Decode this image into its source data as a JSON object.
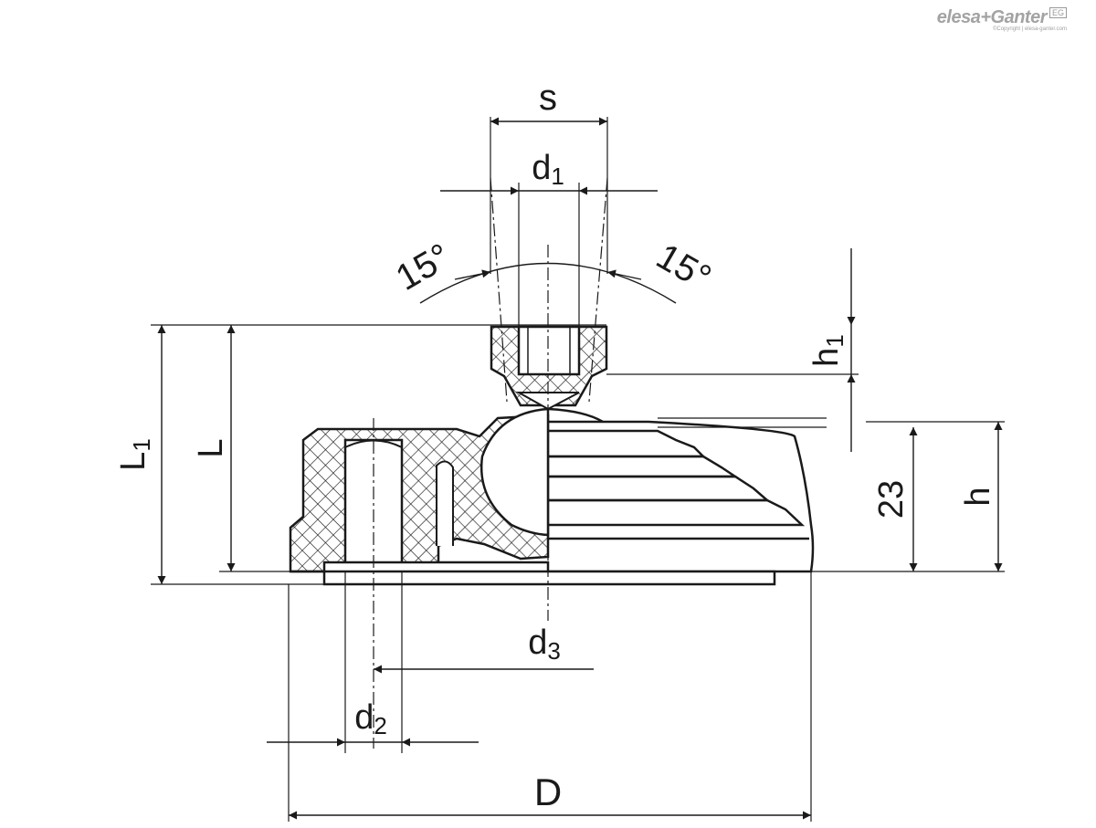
{
  "brand": {
    "name": "elesa+Ganter",
    "mark": "EG",
    "copyright": "©Copyright | elesa-ganter.com"
  },
  "labels": {
    "s": "s",
    "d1": "d",
    "d1_sub": "1",
    "angle_left": "15°",
    "angle_right": "15°",
    "h1": "h",
    "h1_sub": "1",
    "L1": "L",
    "L1_sub": "1",
    "L": "L",
    "dim_23": "23",
    "h": "h",
    "d3": "d",
    "d3_sub": "3",
    "d2": "d",
    "d2_sub": "2",
    "D": "D"
  },
  "colors": {
    "line": "#1a1a1a",
    "hatch": "#1a1a1a",
    "logo": "#9a9a9a"
  }
}
